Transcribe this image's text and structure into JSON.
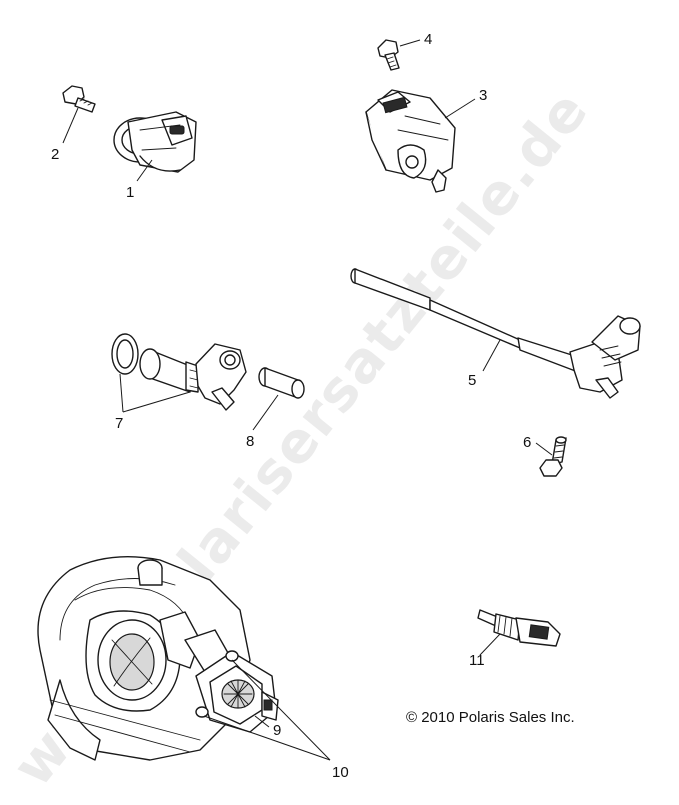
{
  "watermark": "www.polarisersatzteile.de",
  "copyright": "© 2010 Polaris Sales Inc.",
  "callouts": {
    "c1": "1",
    "c2": "2",
    "c3": "3",
    "c4": "4",
    "c5": "5",
    "c6": "6",
    "c7": "7",
    "c8": "8",
    "c9": "9",
    "c10": "10",
    "c11": "11"
  }
}
